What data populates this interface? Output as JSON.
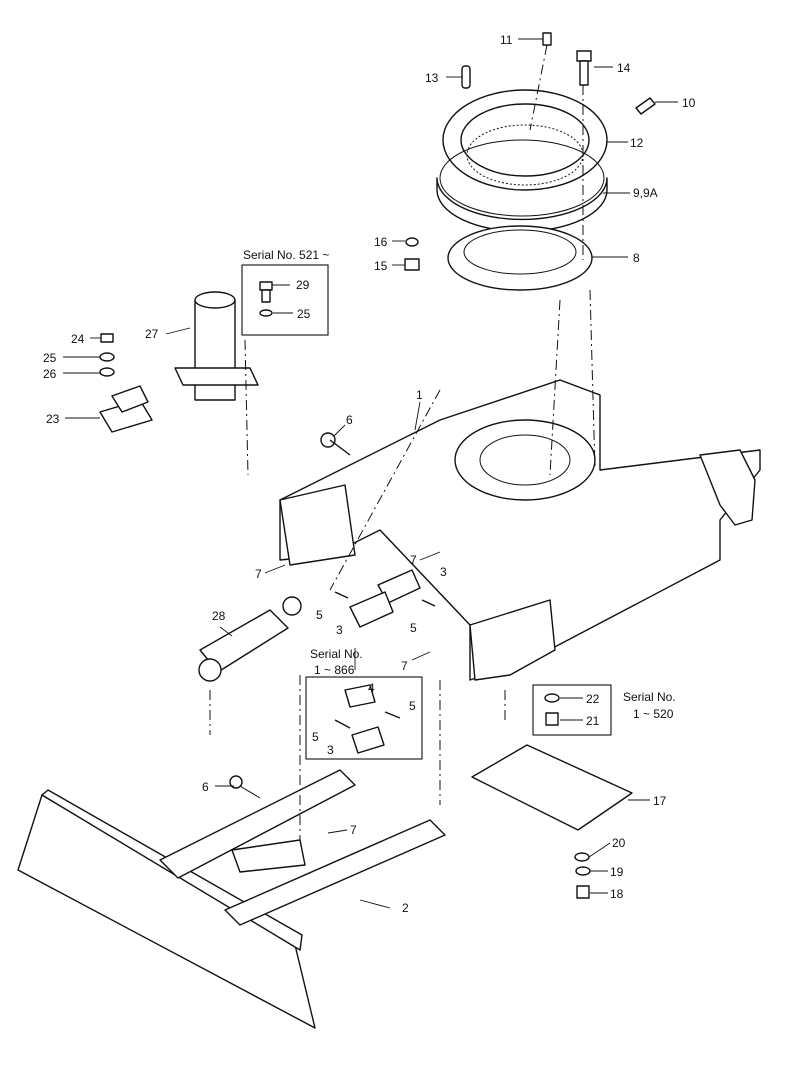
{
  "callouts": {
    "c1": "1",
    "c2": "2",
    "c3a": "3",
    "c3b": "3",
    "c3c": "3",
    "c4": "4",
    "c5a": "5",
    "c5b": "5",
    "c5c": "5",
    "c5d": "5",
    "c6a": "6",
    "c6b": "6",
    "c7a": "7",
    "c7b": "7",
    "c7c": "7",
    "c7d": "7",
    "c8": "8",
    "c9": "9,9A",
    "c10": "10",
    "c11": "11",
    "c12": "12",
    "c13": "13",
    "c14": "14",
    "c15": "15",
    "c16": "16",
    "c17": "17",
    "c18": "18",
    "c19": "19",
    "c20": "20",
    "c21": "21",
    "c22": "22",
    "c23": "23",
    "c24": "24",
    "c25a": "25",
    "c25b": "25",
    "c26": "26",
    "c27": "27",
    "c28": "28",
    "c29": "29"
  },
  "serial_notes": {
    "box_top_label": "Serial No. 521 ~",
    "box_mid_label_line1": "Serial No.",
    "box_mid_label_line2": "1 ~ 866",
    "box_right_label_line1": "Serial No.",
    "box_right_label_line2": "1 ~ 520"
  }
}
